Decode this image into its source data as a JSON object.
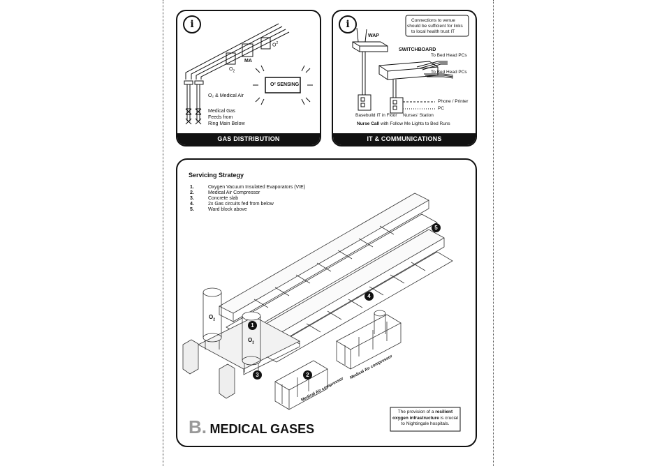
{
  "gas_panel": {
    "footer": "GAS DISTRIBUTION",
    "info": "i",
    "label_ma": "MA",
    "label_o2_a": "O",
    "label_o2_b": "O",
    "label_o2_med": "O₂ & Medical Air",
    "medical_gas_lines": [
      "Medical Gas",
      "Feeds from",
      "Ring Main Below"
    ],
    "sensing_label": "O² SENSING"
  },
  "it_panel": {
    "footer": "IT & COMMUNICATIONS",
    "info": "i",
    "note_lines": [
      "Connections to venue",
      "should be sufficient for links",
      "to local health trust IT"
    ],
    "wap": "WAP",
    "switchboard": "SWITCHBOARD",
    "bed_head_1": "To Bed Head PCs",
    "bed_head_2": "To Bed Head PCs",
    "phone": "Phone / Printer",
    "pc": "PC",
    "basebuild": "Basebuild IT in Floor",
    "nurses_station": "Nurses' Station",
    "nurse_call_bold": "Nurse Call",
    "nurse_call_rest": "with Follow Me Lights to Bed Runs"
  },
  "main_panel": {
    "title": "Servicing Strategy",
    "items": [
      {
        "num": "1.",
        "text": "Oxygen Vacuum Insulated Evaporators (VIE)"
      },
      {
        "num": "2.",
        "text": "Medical Air Compressor"
      },
      {
        "num": "3.",
        "text": "Concrete slab"
      },
      {
        "num": "4.",
        "text": "2x Gas circuits fed from below"
      },
      {
        "num": "5.",
        "text": "Ward block above"
      }
    ],
    "markers": [
      "1",
      "2",
      "3",
      "4",
      "5"
    ],
    "tank_label": "O",
    "compressor_label_1": "Medical Air compressor",
    "compressor_label_2": "Medical Air compressor",
    "section_letter": "B.",
    "section_title": "MEDICAL GASES",
    "callout_pre": "The provision of a",
    "callout_bold_1": "resilient",
    "callout_bold_2": "oxygen infrastructure",
    "callout_post_1": "is crucial",
    "callout_post_2": "to Nightingale hospitals."
  }
}
